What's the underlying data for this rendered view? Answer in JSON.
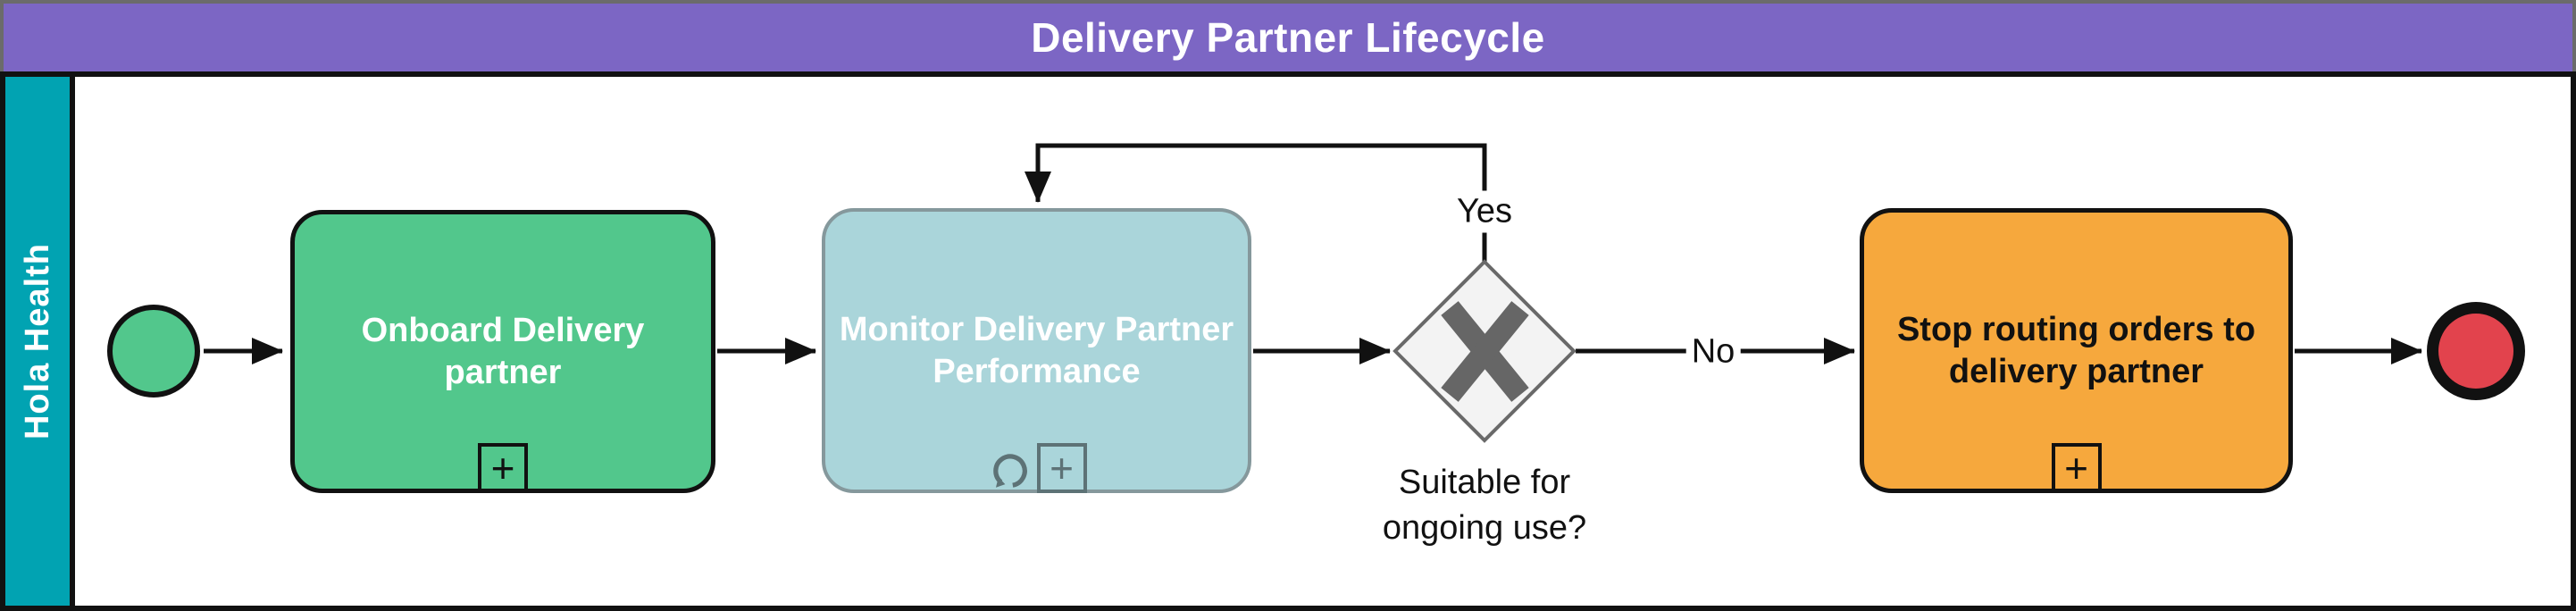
{
  "header": {
    "title": "Delivery Partner Lifecycle",
    "bg_color": "#7c66c4",
    "text_color": "#ffffff"
  },
  "lane": {
    "label": "Hola Health",
    "bg_color": "#01a3b2",
    "text_color": "#ffffff"
  },
  "diagram": {
    "start_event": {
      "type": "start-event",
      "fill": "#52c78c"
    },
    "end_event": {
      "type": "end-event",
      "fill": "#e2434d"
    },
    "tasks": [
      {
        "id": "onboard",
        "label": "Onboard Delivery partner",
        "fill": "#52c78c",
        "text_color": "#ffffff",
        "markers": [
          "subprocess-plus"
        ]
      },
      {
        "id": "monitor",
        "label": "Monitor Delivery Partner Performance",
        "fill": "#aad5da",
        "text_color": "#ffffff",
        "markers": [
          "loop",
          "subprocess-plus"
        ]
      },
      {
        "id": "stop",
        "label": "Stop routing orders to delivery partner",
        "fill": "#f6a83d",
        "text_color": "#111111",
        "markers": [
          "subprocess-plus"
        ]
      }
    ],
    "gateway": {
      "type": "exclusive-gateway",
      "label": "Suitable for ongoing use?",
      "fill": "#f3f3f3",
      "stroke": "#696969"
    },
    "flows": [
      {
        "from": "gateway",
        "to": "monitor",
        "label": "Yes"
      },
      {
        "from": "gateway",
        "to": "stop",
        "label": "No"
      }
    ],
    "icons": {
      "plus": "+"
    }
  }
}
